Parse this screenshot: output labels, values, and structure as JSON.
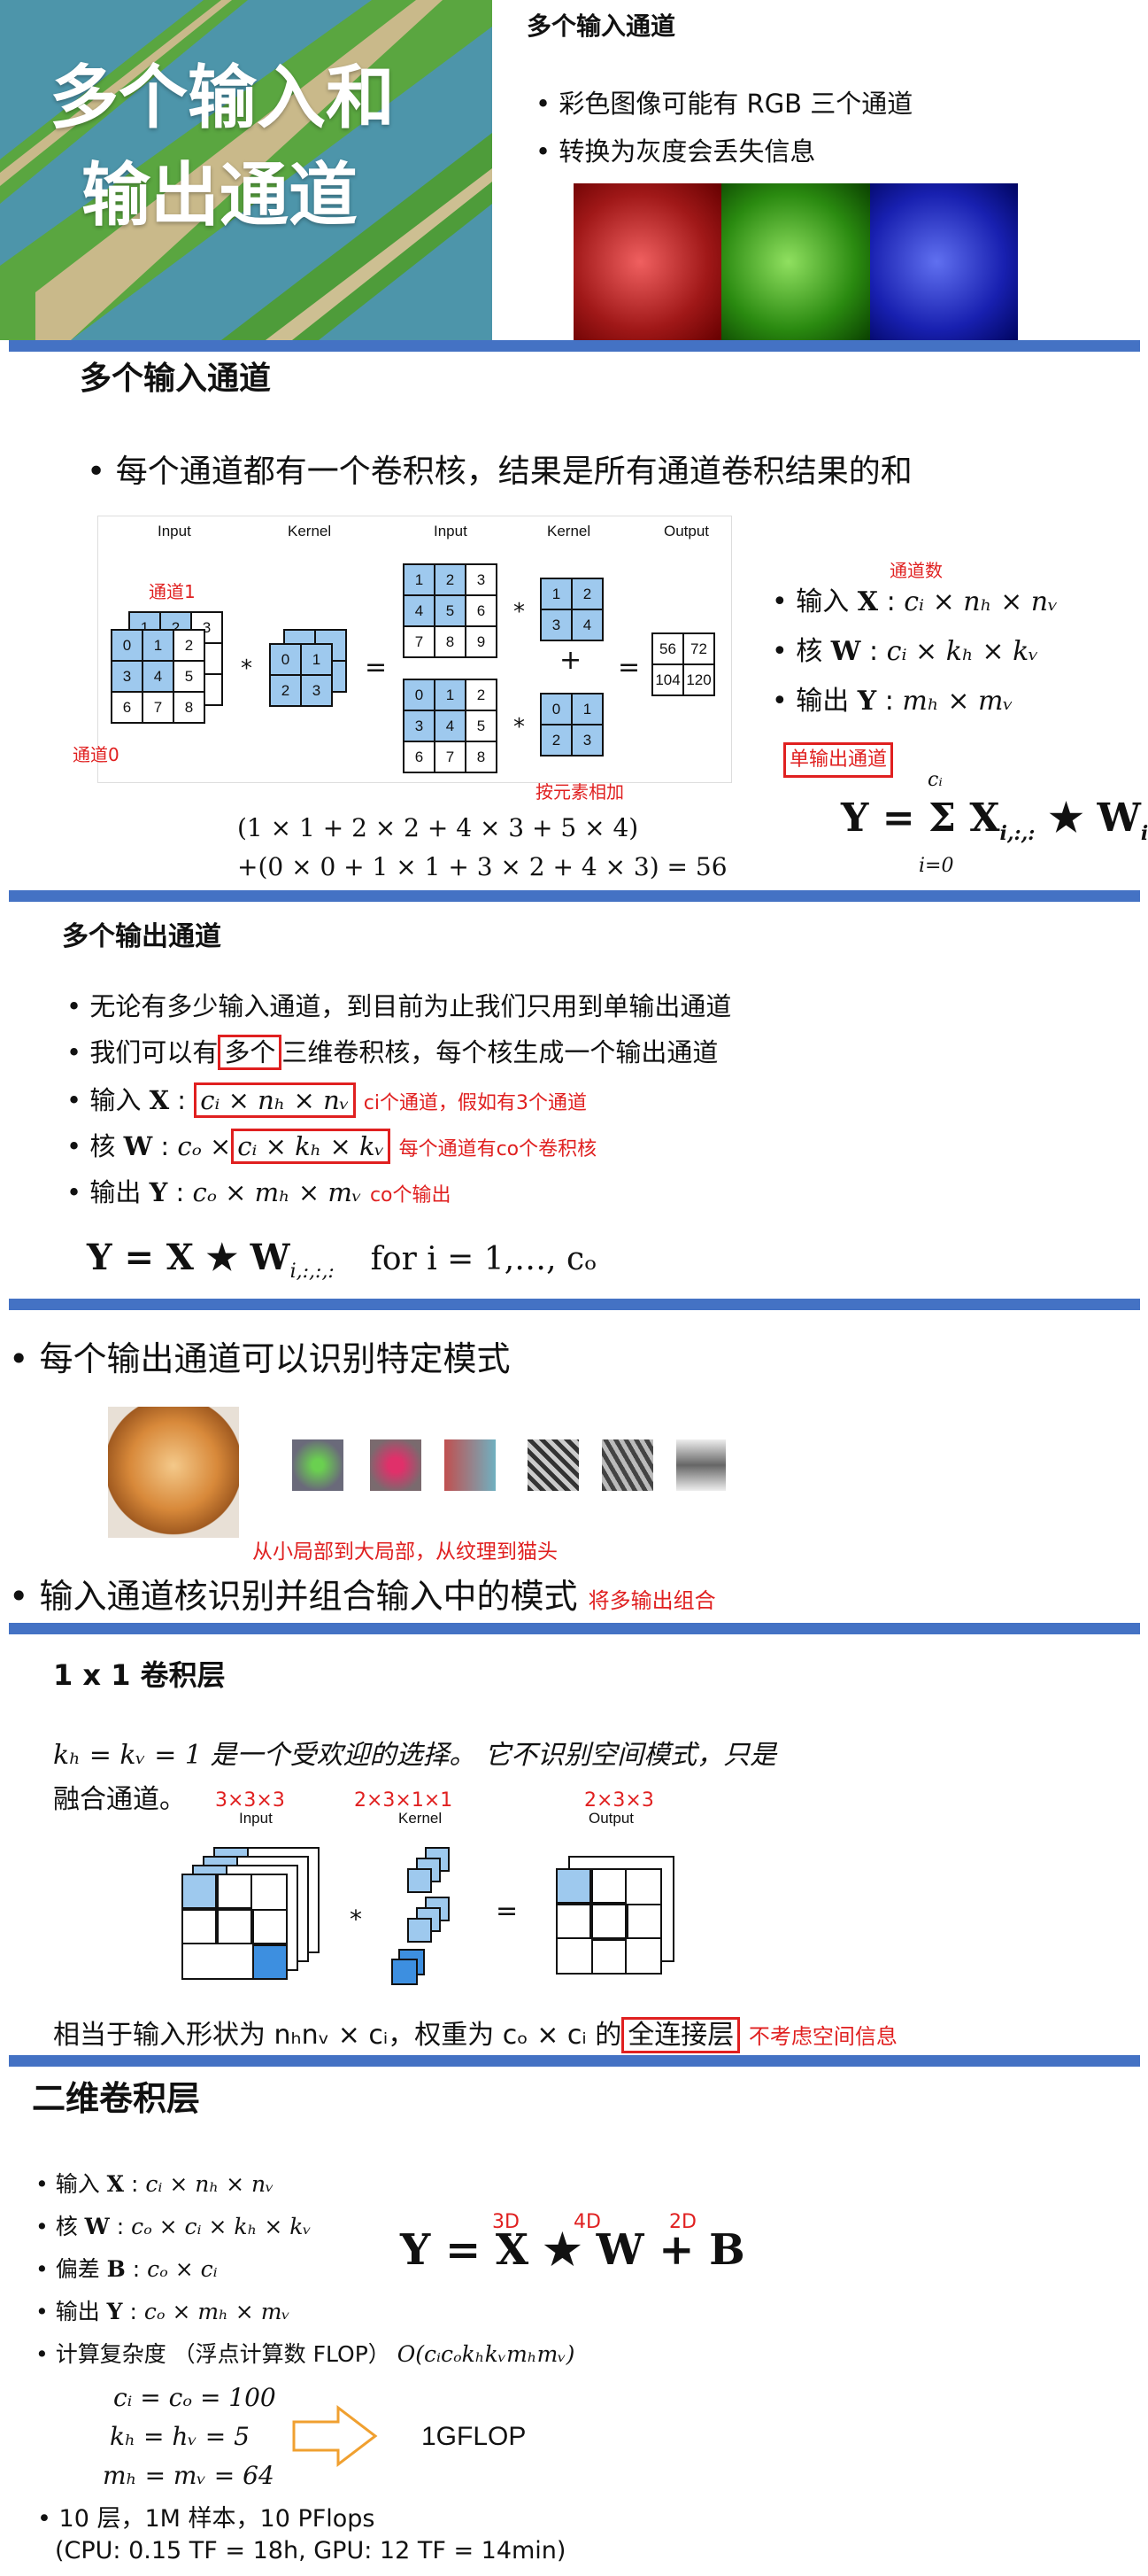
{
  "s1": {
    "cover_title": [
      "多个输入和",
      "输出通道"
    ],
    "heading": "多个输入通道",
    "bullets": [
      "彩色图像可能有 RGB 三个通道",
      "转换为灰度会丢失信息"
    ]
  },
  "s2": {
    "heading": "多个输入通道",
    "bullet": "每个通道都有一个卷积核，结果是所有通道卷积结果的和",
    "labels": {
      "input": "Input",
      "kernel": "Kernel",
      "output": "Output",
      "ch1": "通道1",
      "ch0": "通道0",
      "elementwise": "按元素相加",
      "numch": "通道数",
      "single_out": "单输出通道"
    },
    "input_ch0": [
      "0",
      "1",
      "2",
      "3",
      "4",
      "5",
      "6",
      "7",
      "8"
    ],
    "input_ch1": [
      "1",
      "2",
      "3"
    ],
    "kernel_ch0": [
      "0",
      "1",
      "2",
      "3"
    ],
    "big_in1": [
      "1",
      "2",
      "3",
      "4",
      "5",
      "6",
      "7",
      "8",
      "9"
    ],
    "big_k1": [
      "1",
      "2",
      "3",
      "4"
    ],
    "big_in0": [
      "0",
      "1",
      "2",
      "3",
      "4",
      "5",
      "6",
      "7",
      "8"
    ],
    "big_k0": [
      "0",
      "1",
      "2",
      "3"
    ],
    "output": [
      "56",
      "72",
      "104",
      "120"
    ],
    "ops": {
      "star": "*",
      "eq": "=",
      "plus": "+"
    },
    "defs": [
      {
        "label": "输入",
        "sym": "X",
        "expr": "cᵢ × nₕ × nᵥ"
      },
      {
        "label": "核",
        "sym": "W",
        "expr": "cᵢ × kₕ × kᵥ"
      },
      {
        "label": "输出",
        "sym": "Y",
        "expr": "mₕ × mᵥ"
      }
    ],
    "calc1": "(1 × 1 + 2 × 2 + 4 × 3 + 5 × 4)",
    "calc2": "+(0 × 0 + 1 × 1 + 3 × 2 + 4 × 3) = 56",
    "sum_formula": "Y = Σ X",
    "sum_top": "cᵢ",
    "sum_bottom": "i=0",
    "sum_rest": "★ W"
  },
  "s3": {
    "heading": "多个输出通道",
    "b1": "无论有多少输入通道，到目前为止我们只用到单输出通道",
    "b2_pre": "我们可以有",
    "b2_box": "多个",
    "b2_post": "三维卷积核，每个核生成一个输出通道",
    "b3_label": "输入",
    "b3_expr": "cᵢ × nₕ × nᵥ",
    "b3_note": "ci个通道，假如有3个通道",
    "b4_label": "核",
    "b4_pre": "cₒ ×",
    "b4_expr": "cᵢ × kₕ × kᵥ",
    "b4_note": "每个通道有co个卷积核",
    "b5_label": "输出",
    "b5_expr": "cₒ × mₕ × mᵥ",
    "b5_note": "co个输出",
    "formula": "Y = X ★ W",
    "formula_for": "for i = 1,…, cₒ"
  },
  "s4": {
    "b1": "每个输出通道可以识别特定模式",
    "note": "从小局部到大局部，从纹理到猫头",
    "b2": "输入通道核识别并组合输入中的模式",
    "b2_note": "将多输出组合"
  },
  "s5": {
    "heading": "1 x 1 卷积层",
    "text1": "kₕ = kᵥ = 1 是一个受欢迎的选择。 它不识别空间模式，只是",
    "text2": "融合通道。",
    "in_dim": "3×3×3",
    "k_dim": "2×3×1×1",
    "out_dim": "2×3×3",
    "in_label": "Input",
    "k_label": "Kernel",
    "out_label": "Output",
    "star": "*",
    "eq": "=",
    "bottom_pre": "相当于输入形状为 nₕnᵥ × cᵢ，权重为 cₒ × cᵢ 的",
    "bottom_box": "全连接层",
    "bottom_note": "不考虑空间信息"
  },
  "s6": {
    "heading": "二维卷积层",
    "items": [
      {
        "label": "输入",
        "sym": "X",
        "expr": "cᵢ × nₕ × nᵥ"
      },
      {
        "label": "核",
        "sym": "W",
        "expr": "cₒ × cᵢ × kₕ × kᵥ"
      },
      {
        "label": "偏差",
        "sym": "B",
        "expr": "cₒ × cᵢ"
      },
      {
        "label": "输出",
        "sym": "Y",
        "expr": "cₒ × mₕ × mᵥ"
      }
    ],
    "complex_label": "计算复杂度 （浮点计算数 FLOP）",
    "complex_expr": "O(cᵢcₒkₕkᵥmₕmᵥ)",
    "main_formula": "Y = X ★ W + B",
    "tags": [
      "3D",
      "4D",
      "2D"
    ],
    "vals": [
      "cᵢ = cₒ = 100",
      "kₕ = hᵥ = 5",
      "mₕ = mᵥ = 64"
    ],
    "flop": "1GFLOP",
    "b_last": "10 层，1M 样本，10 PFlops",
    "b_last2": "(CPU: 0.15 TF = 18h, GPU: 12 TF = 14min)"
  },
  "colors": {
    "accent": "#4472c4",
    "red": "#e02020",
    "cell": "#9ec9ee"
  }
}
